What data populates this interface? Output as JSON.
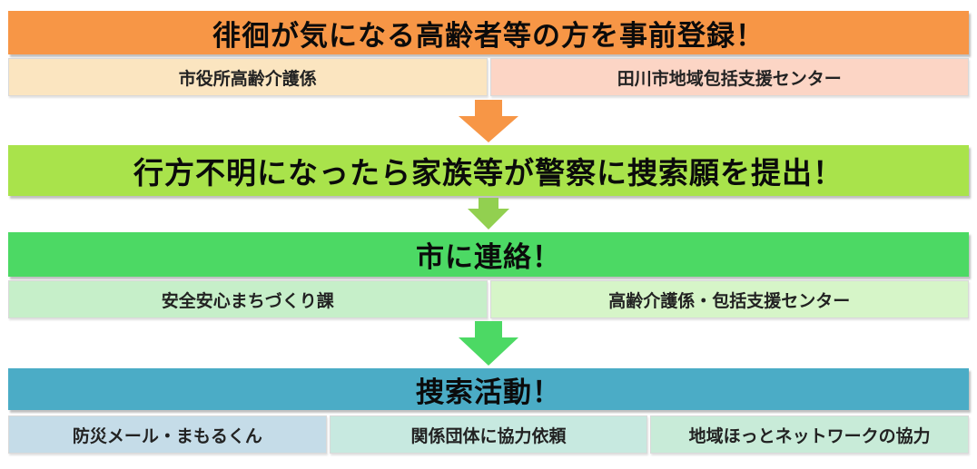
{
  "steps": [
    {
      "title": "徘徊が気になる高齢者等の方を事前登録！",
      "color": "#f79646",
      "cells": [
        {
          "label": "市役所高齢介護係",
          "color": "#fbe5c0"
        },
        {
          "label": "田川市地域包括支援センター",
          "color": "#fcd5c5"
        }
      ],
      "arrow_color": "#f79646"
    },
    {
      "title": "行方不明になったら家族等が警察に捜索願を提出！",
      "color": "#a9e34b",
      "cells": [],
      "arrow_color": "#92d050"
    },
    {
      "title": "市に連絡！",
      "color": "#4cd964",
      "cells": [
        {
          "label": "安全安心まちづくり課",
          "color": "#c6efc9"
        },
        {
          "label": "高齢介護係・包括支援センター",
          "color": "#d6f5c8"
        }
      ],
      "arrow_color": "#4cd964"
    },
    {
      "title": "捜索活動！",
      "color": "#4bacc6",
      "cells": [
        {
          "label": "防災メール・まもるくん",
          "color": "#c5dce8"
        },
        {
          "label": "関係団体に協力依頼",
          "color": "#c7e9e0"
        },
        {
          "label": "地域ほっとネットワークの協力",
          "color": "#c8ebd8"
        }
      ]
    }
  ]
}
